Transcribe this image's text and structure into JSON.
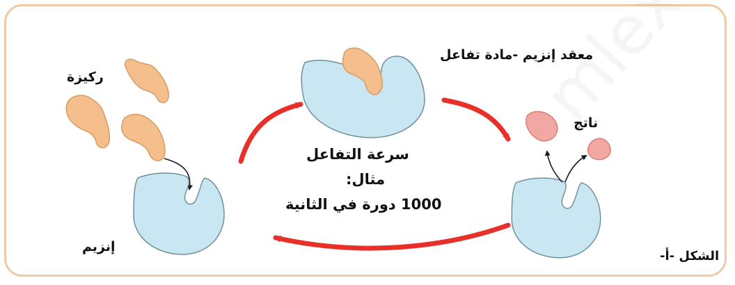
{
  "colors": {
    "frame_border": "#f0c9a5",
    "enzyme_fill": "#c9e7f2",
    "enzyme_stroke": "#6f8f9a",
    "substrate_fill": "#f4bf8c",
    "substrate_stroke": "#d79a62",
    "product_fill": "#f2a8a2",
    "product_stroke": "#d98078",
    "cycle_arrow": "#e8302a",
    "small_arrow": "#1a1a1a"
  },
  "labels": {
    "substrate": "ركيزة",
    "enzyme": "إنزيم",
    "complex": "معقد إنزيم -مادة تفاعل",
    "product": "ناتج",
    "rate_title": "سرعة التفاعل",
    "rate_example": "مثال:",
    "rate_value": "1000 دورة في الثانية",
    "figure": "الشكل -أ-"
  },
  "icons": {
    "enzyme": "enzyme-shape-icon",
    "substrate": "substrate-shape-icon",
    "product": "product-fragment-icon",
    "cycle_arrow": "curved-arrow-icon"
  },
  "watermark": "mlexam"
}
